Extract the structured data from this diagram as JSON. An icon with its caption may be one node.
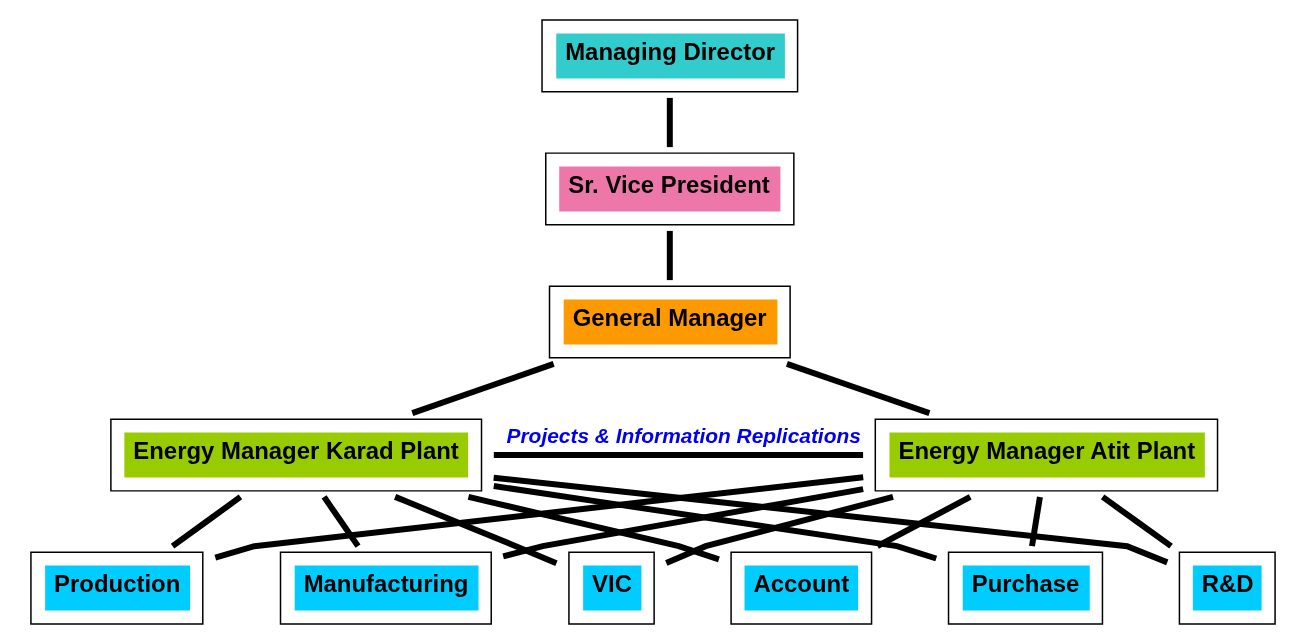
{
  "diagram": {
    "nodes": [
      {
        "text": [
          "Managing Director"
        ]
      },
      {
        "text": [
          "Sr. Vice President"
        ]
      },
      {
        "text": [
          "General Manager"
        ]
      },
      {
        "text": [
          "Energy Manager Karad Plant"
        ]
      },
      {
        "text": [
          "Energy Manager Atit Plant"
        ]
      },
      {
        "text": [
          "Production"
        ]
      },
      {
        "text": [
          "Manufacturing"
        ]
      },
      {
        "text": [
          "VIC"
        ]
      },
      {
        "text": [
          "Account"
        ]
      },
      {
        "text": [
          "Purchase"
        ]
      },
      {
        "text": [
          "R&D"
        ]
      }
    ],
    "edges": [
      {
        "from": 0,
        "to": 1,
        "arrow": "none"
      },
      {
        "from": 1,
        "to": 2,
        "arrow": "none"
      },
      {
        "from": 2,
        "to": 3,
        "arrow": "none"
      },
      {
        "from": 2,
        "to": 4,
        "arrow": "none"
      },
      {
        "from": 3,
        "to": 4,
        "arrow": "none",
        "label": "Projects & Information Replications"
      },
      {
        "from": 3,
        "to": 5,
        "arrow": "none"
      },
      {
        "from": 3,
        "to": 6,
        "arrow": "none"
      },
      {
        "from": 3,
        "to": 7,
        "arrow": "none"
      },
      {
        "from": 3,
        "to": 8,
        "arrow": "none"
      },
      {
        "from": 3,
        "to": 9,
        "arrow": "none"
      },
      {
        "from": 3,
        "to": 10,
        "arrow": "none"
      },
      {
        "from": 4,
        "to": 5,
        "arrow": "none"
      },
      {
        "from": 4,
        "to": 6,
        "arrow": "none"
      },
      {
        "from": 4,
        "to": 7,
        "arrow": "none"
      },
      {
        "from": 4,
        "to": 8,
        "arrow": "none"
      },
      {
        "from": 4,
        "to": 9,
        "arrow": "none"
      },
      {
        "from": 4,
        "to": 10,
        "arrow": "none"
      }
    ]
  }
}
